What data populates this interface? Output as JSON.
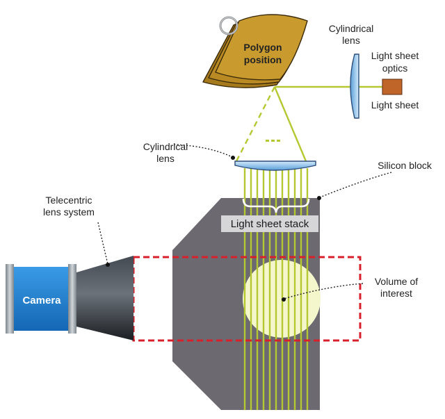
{
  "labels": {
    "polygon_line1": "Polygon",
    "polygon_line2": "position",
    "cyl_lens_top_line1": "Cylindrical",
    "cyl_lens_top_line2": "lens",
    "light_sheet_optics_line1": "Light sheet",
    "light_sheet_optics_line2": "optics",
    "light_sheet": "Light sheet",
    "cyl_lens_mid_line1": "Cylindrical",
    "cyl_lens_mid_line2": "lens",
    "silicon_block": "Silicon block",
    "telecentric_line1": "Telecentric",
    "telecentric_line2": "lens system",
    "light_sheet_stack": "Light sheet stack",
    "camera": "Camera",
    "volume_line1": "Volume of",
    "volume_line2": "interest"
  },
  "colors": {
    "polygon_fill": "#c99a2e",
    "polygon_stroke": "#3a2a0a",
    "beam": "#b5c832",
    "lens": "#8cc0ea",
    "lens_stroke": "#2b4c7a",
    "laser": "#c0652a",
    "block": "#6c6a70",
    "camera": "#1f7fd0",
    "camera_end": "#9aa3ab",
    "telecentric": "#2b2f36",
    "roi": "#d8202c",
    "volume": "#f4f6cc"
  }
}
